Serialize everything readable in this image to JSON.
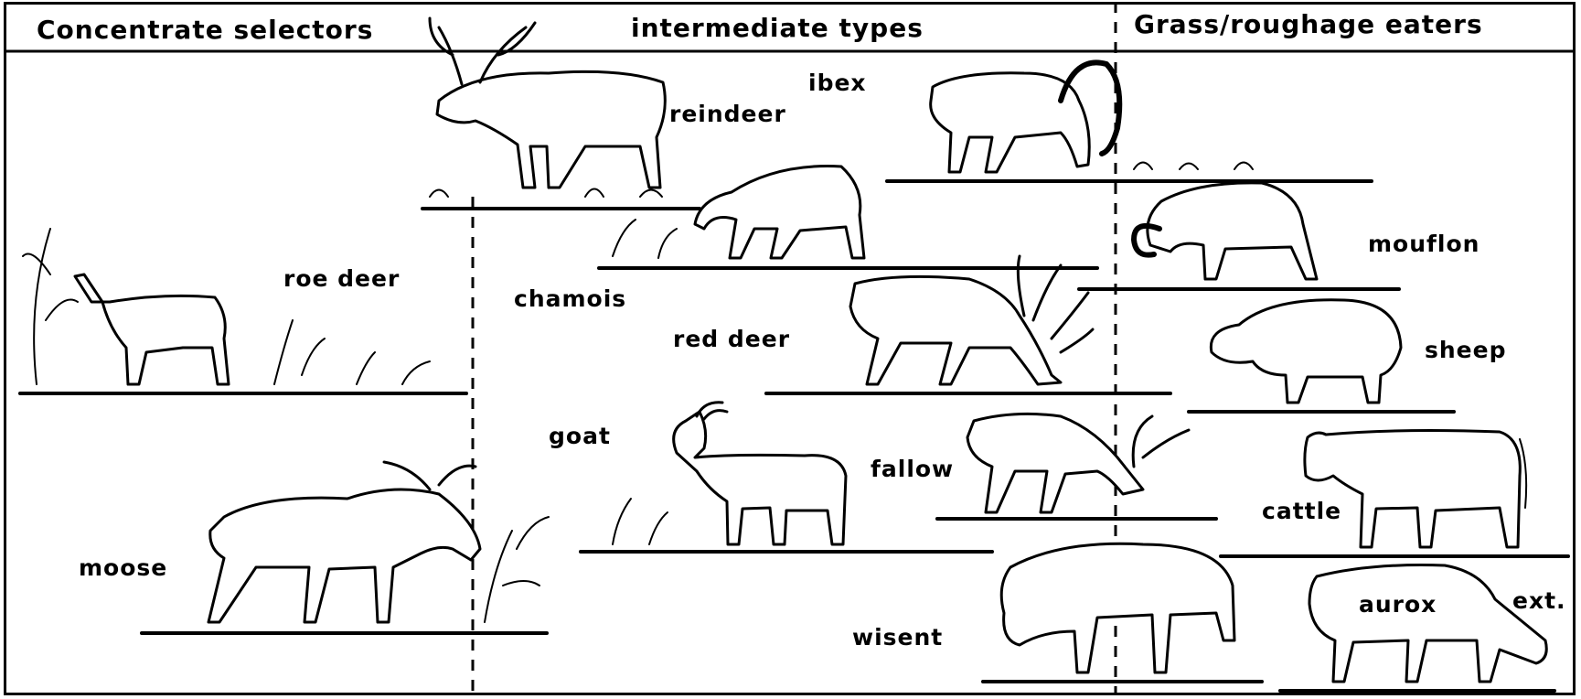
{
  "headers": {
    "concentrate": "Concentrate selectors",
    "intermediate": "intermediate types",
    "grass": "Grass/roughage eaters"
  },
  "animals": {
    "reindeer": "reindeer",
    "ibex": "ibex",
    "roe_deer": "roe deer",
    "chamois": "chamois",
    "mouflon": "mouflon",
    "red_deer": "red deer",
    "sheep": "sheep",
    "goat": "goat",
    "fallow": "fallow",
    "cattle": "cattle",
    "moose": "moose",
    "wisent": "wisent",
    "aurox": "aurox",
    "ext": "ext."
  }
}
